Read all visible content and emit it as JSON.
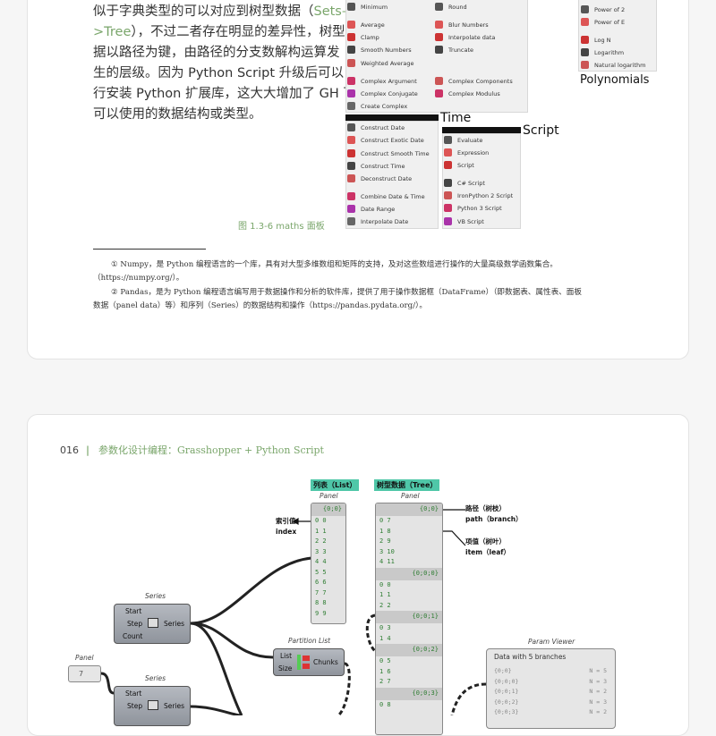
{
  "top_page": {
    "paragraph_lines": [
      [
        "似于字典类型的可以对应到树型数据（",
        "Sets–",
        ""
      ],
      [
        "",
        ">Tree",
        "），不过二者存在明显的差异性，树型数"
      ],
      [
        "据以路径为键，由路径的分支数解构运算发",
        "",
        ""
      ],
      [
        "生的层级。因为 Python Script 升级后可以自",
        "",
        ""
      ],
      [
        "行安装 Python 扩展库，这大大增加了 GH 下",
        "",
        ""
      ],
      [
        "可以使用的数据结构或类型。",
        "",
        ""
      ]
    ],
    "figure_caption": "图 1.3-6   maths 面板",
    "maths_panel": {
      "col1": [
        "Minimum",
        "Average",
        "Clamp",
        "Smooth Numbers",
        "Weighted Average",
        "Complex Argument",
        "Complex Conjugate",
        "Create Complex"
      ],
      "col2": [
        "Round",
        "Blur Numbers",
        "Interpolate data",
        "Truncate",
        "Complex Components",
        "Complex Modulus"
      ],
      "time_title": "Time",
      "time_items": [
        "Construct Date",
        "Construct Exotic Date",
        "Construct Smooth Time",
        "Construct Time",
        "Deconstruct Date",
        "Combine Date & Time",
        "Date Range",
        "Interpolate Date"
      ],
      "script_title": "Script",
      "script_items": [
        "Evaluate",
        "Expression",
        "Script",
        "C# Script",
        "IronPython 2 Script",
        "Python 3 Script",
        "VB Script"
      ],
      "poly_items": [
        "Power of 2",
        "Power of E",
        "Log N",
        "Logarithm",
        "Natural logarithm"
      ],
      "poly_title": "Polynomials"
    },
    "footnotes": [
      "① Numpy，是 Python 编程语言的一个库，具有对大型多维数组和矩阵的支持，及对这些数组进行操作的大量高级数学函数集合。",
      "（https://numpy.org/）。",
      "② Pandas，是为 Python 编程语言编写用于数据操作和分析的软件库，提供了用于操作数据框（DataFrame）（即数据表、属性表、面板",
      "数据（panel data）等）和序列（Series）的数据结构和操作（https://pandas.pydata.org/）。"
    ]
  },
  "bottom_page": {
    "page_number": "016",
    "separator": "|",
    "book_title": "参数化设计编程：Grasshopper + Python Script",
    "diagram": {
      "list_tag": "列表（List）",
      "tree_tag": "树型数据（Tree）",
      "panel_label": "Panel",
      "list_panel": {
        "path": "{0;0}",
        "rows": [
          "0 0",
          "1 1",
          "2 2",
          "3 3",
          "4 4",
          "5 5",
          "6 6",
          "7 7",
          "8 8",
          "9 9"
        ]
      },
      "tree_panel": {
        "branches": [
          {
            "path": "{0;0}",
            "rows": [
              "0 7",
              "1 8",
              "2 9",
              "3 10",
              "4 11"
            ]
          },
          {
            "path": "{0;0;0}",
            "rows": [
              "0 0",
              "1 1",
              "2 2"
            ]
          },
          {
            "path": "{0;0;1}",
            "rows": [
              "0 3",
              "1 4"
            ]
          },
          {
            "path": "{0;0;2}",
            "rows": [
              "0 5",
              "1 6",
              "2 7"
            ]
          },
          {
            "path": "{0;0;3}",
            "rows": [
              "0 8"
            ]
          }
        ]
      },
      "annotations": {
        "index_cn": "索引值",
        "index_en": "index",
        "path_cn": "路径（树枝）",
        "path_en": "path（branch）",
        "item_cn": "项值（树叶）",
        "item_en": "item（leaf）"
      },
      "series_label": "Series",
      "series_inputs": [
        "Start",
        "Step",
        "Count"
      ],
      "series_output": "Series",
      "small_panel_value": "7",
      "partition_label": "Partition List",
      "partition_inputs": [
        "List",
        "Size"
      ],
      "partition_output": "Chunks",
      "param_viewer_label": "Param Viewer",
      "param_viewer": {
        "title": "Data with 5 branches",
        "rows": [
          {
            "path": "{0;0}",
            "n": "N = 5"
          },
          {
            "path": "{0;0;0}",
            "n": "N = 3"
          },
          {
            "path": "{0;0;1}",
            "n": "N = 2"
          },
          {
            "path": "{0;0;2}",
            "n": "N = 3"
          },
          {
            "path": "{0;0;3}",
            "n": "N = 2"
          }
        ]
      }
    }
  }
}
